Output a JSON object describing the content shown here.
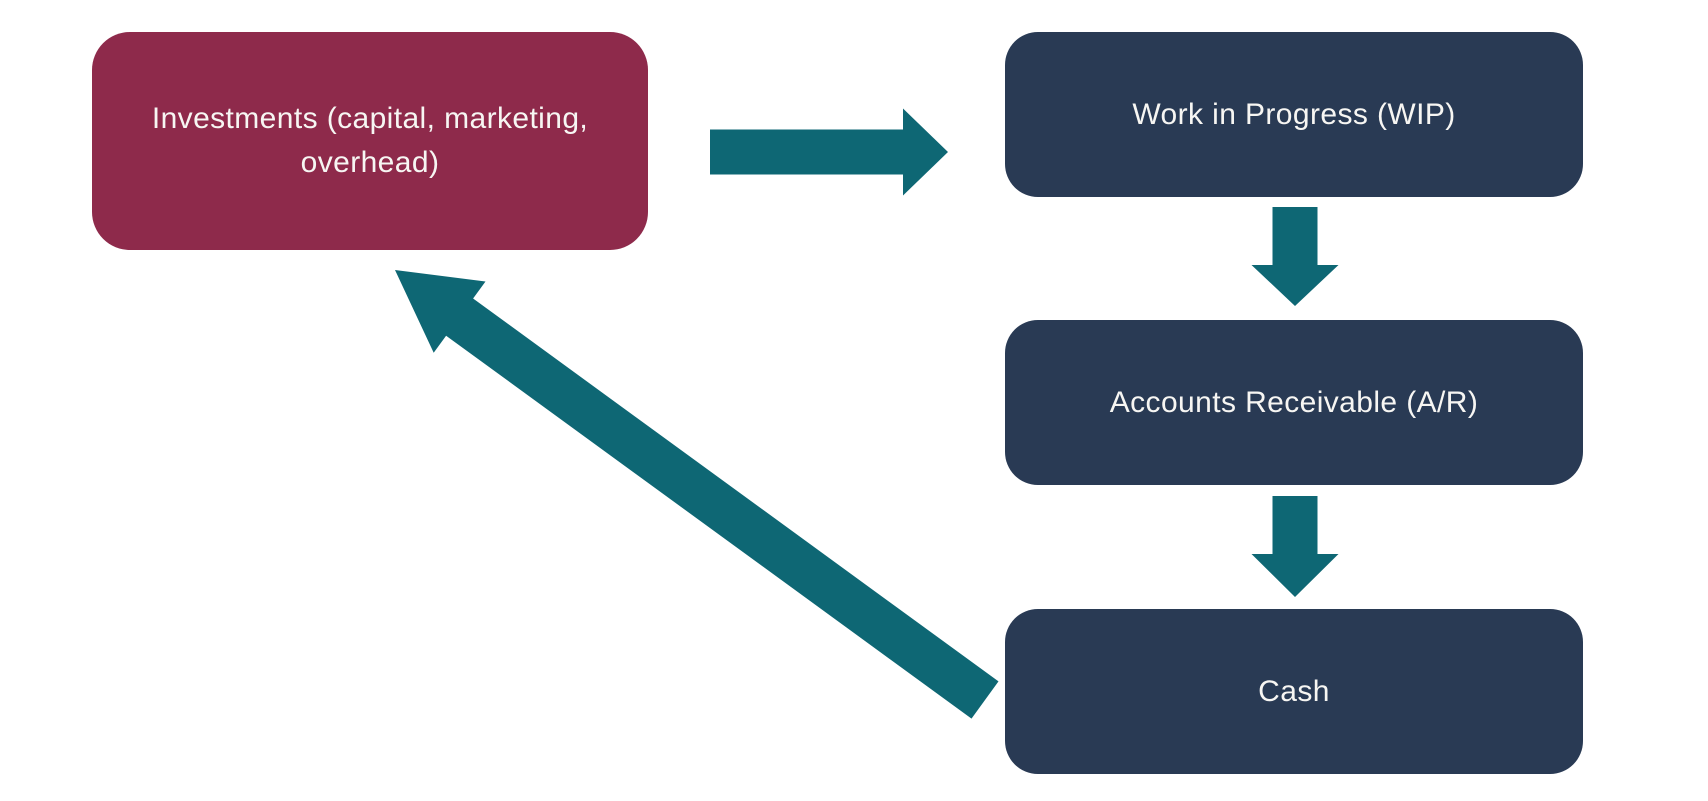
{
  "diagram": {
    "background_color": "#FFFFFF",
    "colors": {
      "investments_fill": "#8E2A4B",
      "stage_fill": "#293A54",
      "arrow_fill": "#0E6774",
      "label_text": "#F7F6F3"
    },
    "nodes": {
      "investments": {
        "label": "Investments (capital, marketing, overhead)"
      },
      "work_in_progress": {
        "label": "Work in Progress (WIP)"
      },
      "accounts_receivable": {
        "label": "Accounts Receivable (A/R)"
      },
      "cash": {
        "label": "Cash"
      }
    },
    "arrows": [
      {
        "from": "investments",
        "to": "work_in_progress",
        "direction": "right"
      },
      {
        "from": "work_in_progress",
        "to": "accounts_receivable",
        "direction": "down"
      },
      {
        "from": "accounts_receivable",
        "to": "cash",
        "direction": "down"
      },
      {
        "from": "cash",
        "to": "investments",
        "direction": "diagonal-up-left"
      }
    ]
  }
}
